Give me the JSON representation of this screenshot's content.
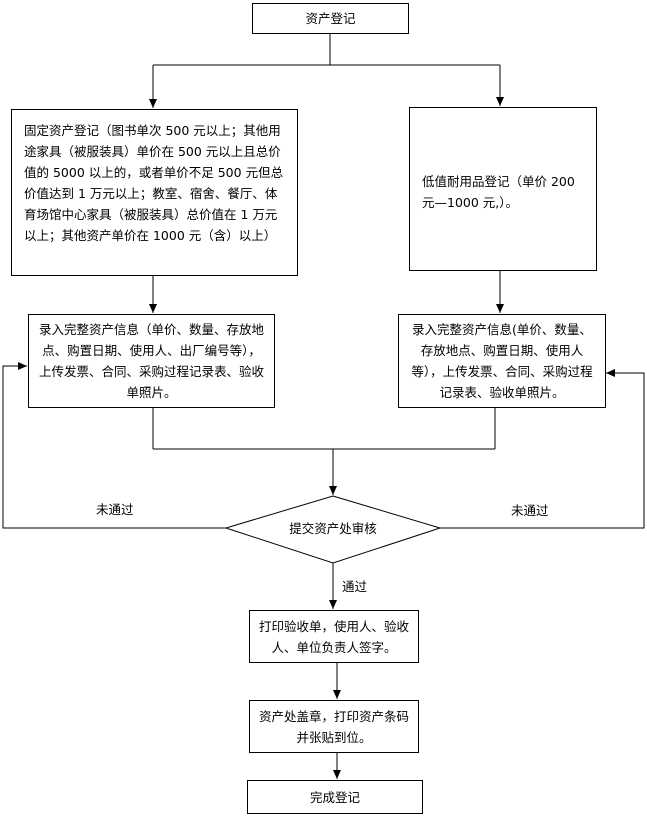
{
  "nodes": {
    "start": "资产登记",
    "fixed_asset": "固定资产登记（图书单次 500 元以上；其他用途家具（被服装具）单价在 500 元以上且总价值的 5000 以上的，或者单价不足 500 元但总价值达到 1 万元以上；教室、宿舍、餐厅、体育场馆中心家具（被服装具）总价值在 1 万元以上；其他资产单价在 1000 元（含）以上）",
    "low_value": "低值耐用品登记（单价 200 元—1000 元,）。",
    "entry_left": "录入完整资产信息（单价、数量、存放地点、购置日期、使用人、出厂编号等），上传发票、合同、采购过程记录表、验收单照片。",
    "entry_right": "录入完整资产信息(单价、数量、存放地点、购置日期、使用人等），上传发票、合同、采购过程记录表、验收单照片。",
    "review": "提交资产处审核",
    "print_receipt": "打印验收单，使用人、验收人、单位负责人签字。",
    "stamp": "资产处盖章，打印资产条码并张贴到位。",
    "finish": "完成登记"
  },
  "edge_labels": {
    "fail_left": "未通过",
    "fail_right": "未通过",
    "pass": "通过"
  }
}
